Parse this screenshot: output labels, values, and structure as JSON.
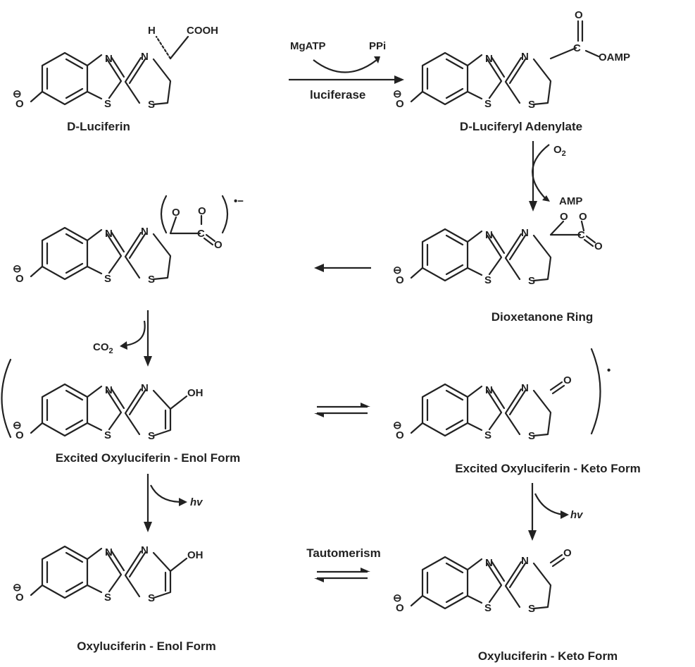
{
  "molecules": {
    "d_luciferin": {
      "label": "D-Luciferin",
      "substituent": "COOH",
      "stereo_h": "H"
    },
    "luciferyl_adenylate": {
      "label": "D-Luciferyl Adenylate",
      "oamp": "OAMP",
      "o": "O"
    },
    "radical_intermediate": {
      "o1": "O",
      "o2": "O",
      "o3": "O",
      "charge": "•−"
    },
    "dioxetanone": {
      "label": "Dioxetanone Ring",
      "o1": "O",
      "o2": "O",
      "o3": "O"
    },
    "excited_enol": {
      "label": "Excited Oxyluciferin - Enol Form",
      "oh": "OH"
    },
    "excited_keto": {
      "label": "Excited Oxyluciferin - Keto Form",
      "o": "O",
      "radical": "•"
    },
    "enol": {
      "label": "Oxyluciferin - Enol Form",
      "oh": "OH"
    },
    "keto": {
      "label": "Oxyluciferin - Keto Form",
      "o": "O"
    }
  },
  "atoms": {
    "n": "N",
    "s": "S",
    "o_minus": "O",
    "minus": "⊖",
    "c": "C"
  },
  "reactions": {
    "step1": {
      "reagent": "MgATP",
      "byproduct": "PPi",
      "enzyme": "luciferase"
    },
    "step2": {
      "reagent": "O",
      "reagent_sub": "2",
      "byproduct": "AMP"
    },
    "step4": {
      "byproduct": "CO",
      "byproduct_sub": "2"
    },
    "emission_enol": {
      "label": "hv"
    },
    "emission_keto": {
      "label": "hv"
    },
    "tautomerism": {
      "label": "Tautomerism"
    }
  }
}
